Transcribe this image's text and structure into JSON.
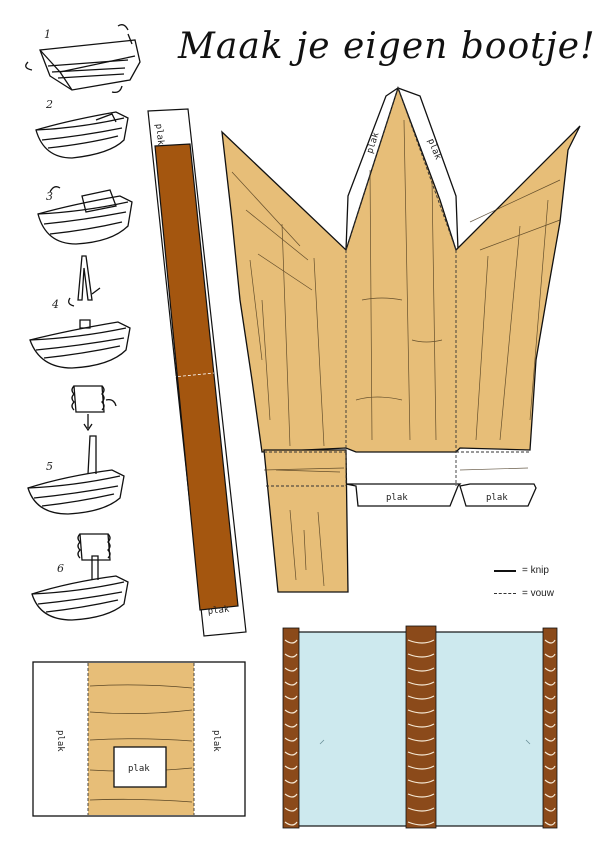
{
  "title": "Maak je eigen bootje!",
  "steps": [
    "1",
    "2",
    "3",
    "4",
    "5",
    "6"
  ],
  "glue_label": "plak",
  "legend": {
    "cut": "= knip",
    "fold": "= vouw"
  },
  "colors": {
    "wood": "#e7be78",
    "wood_dark": "#a4560f",
    "water": "#cde9ee",
    "rope": "#8b4a1a",
    "ink": "#111111"
  }
}
